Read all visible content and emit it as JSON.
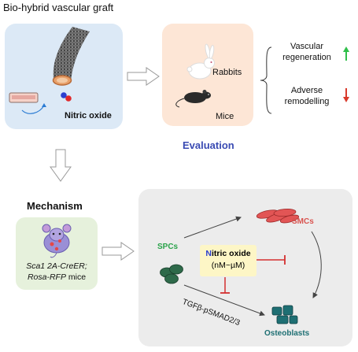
{
  "header": {
    "title": "Bio-hybrid vascular graft"
  },
  "graft_panel": {
    "label": "Nitric oxide"
  },
  "evaluation": {
    "heading": "Evaluation",
    "rabbits_label": "Rabbits",
    "mice_label": "Mice"
  },
  "outcomes": [
    {
      "line1": "Vascular",
      "line2": "regeneration",
      "direction": "up",
      "color": "#2fbf4a"
    },
    {
      "line1": "Adverse",
      "line2": "remodelling",
      "direction": "down",
      "color": "#d93a2b"
    }
  ],
  "mechanism": {
    "heading": "Mechanism",
    "mouse_line1": "Sca1 2A-CreER;",
    "mouse_line2": "Rosa-RFP",
    "mouse_line2_suffix": " mice"
  },
  "pathway": {
    "spcs": "SPCs",
    "smcs": "SMCs",
    "no_first_letter": "N",
    "no_rest": "itric oxide",
    "no_range": "(nM~µM)",
    "tgf": "TGFβ-pSMAD2/3",
    "osteoblasts": "Osteoblasts"
  },
  "colors": {
    "graft_panel_bg": "#dce9f6",
    "eval_panel_bg": "#fde6d6",
    "mechanism_panel_bg": "#e6f1dc",
    "pathway_panel_bg": "#ececec",
    "evaluation_heading": "#3a4bb3",
    "spcs": "#2aa34a",
    "smcs": "#d9534f",
    "inhibition": "#d32f2f",
    "osteoblasts": "#1e6f73",
    "no_box_bg": "#fdf6c6"
  }
}
